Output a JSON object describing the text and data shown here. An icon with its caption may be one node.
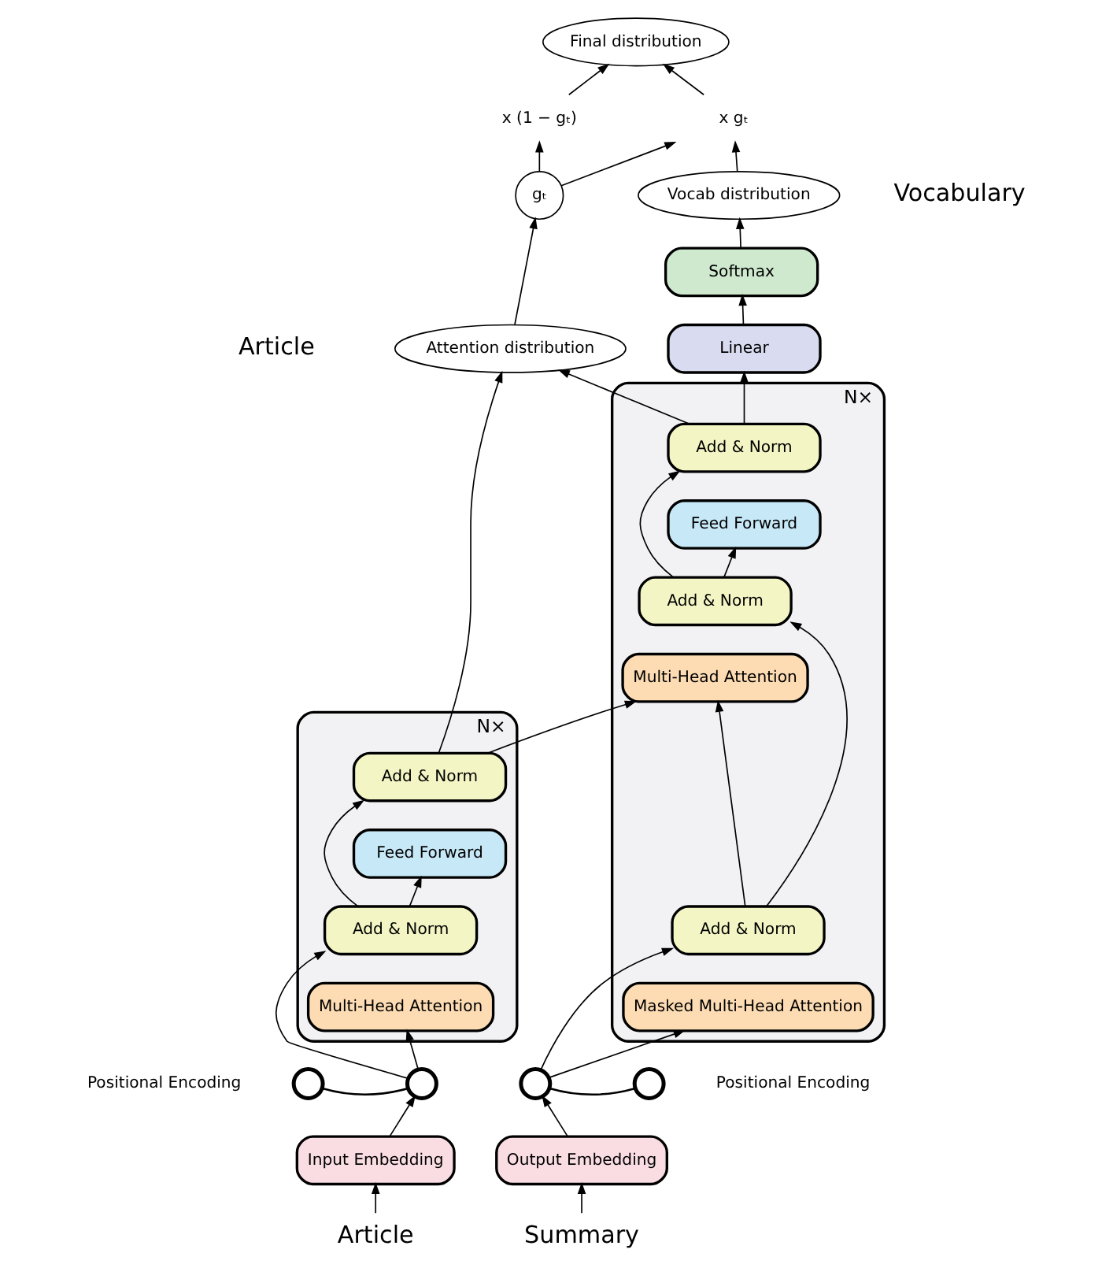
{
  "diagram": {
    "nodes": [
      {
        "text": [
          "Final distribution"
        ]
      },
      {
        "text": [
          "x (1 − gₜ)"
        ]
      },
      {
        "text": [
          "x gₜ"
        ]
      },
      {
        "text": [
          "Vocab distribution"
        ]
      },
      {
        "text": [
          "gₜ"
        ]
      },
      {
        "text": [
          "Softmax"
        ]
      },
      {
        "text": [
          "Linear"
        ]
      },
      {
        "text": [
          "Attention distribution"
        ]
      },
      {
        "text": [
          "N×"
        ]
      },
      {
        "text": [
          "Add & Norm"
        ],
        "in": 8
      },
      {
        "text": [
          "Feed Forward"
        ],
        "in": 8
      },
      {
        "text": [
          "Add & Norm"
        ],
        "in": 8
      },
      {
        "text": [
          "Multi-Head Attention"
        ],
        "in": 8
      },
      {
        "text": [
          "N×"
        ]
      },
      {
        "text": [
          "Add & Norm"
        ],
        "in": 13
      },
      {
        "text": [
          "Feed Forward"
        ],
        "in": 13
      },
      {
        "text": [
          "Add & Norm"
        ],
        "in": 8
      },
      {
        "text": [
          "Masked Multi-Head Attention"
        ],
        "in": 8
      },
      {
        "text": [
          "Add & Norm"
        ],
        "in": 13
      },
      {
        "text": [
          "Multi-Head Attention"
        ],
        "in": 13
      },
      {
        "text": [],
        "shape": "circle",
        "beside": [
          "Positional Encoding"
        ]
      },
      {
        "text": [],
        "shape": "circle"
      },
      {
        "text": [],
        "shape": "circle"
      },
      {
        "text": [],
        "shape": "circle",
        "beside": [
          "Positional Encoding"
        ]
      },
      {
        "text": [
          "Input Embedding"
        ]
      },
      {
        "text": [
          "Output Embedding"
        ]
      },
      {
        "text": [
          "Article"
        ]
      },
      {
        "text": [
          "Summary"
        ]
      }
    ],
    "edges": [
      {
        "from": 26,
        "to": 24,
        "arrow": "to"
      },
      {
        "from": 27,
        "to": 25,
        "arrow": "to"
      },
      {
        "from": 24,
        "to": 21,
        "arrow": "to"
      },
      {
        "from": 25,
        "to": 22,
        "arrow": "to"
      },
      {
        "from": 20,
        "to": 21,
        "arrow": "none"
      },
      {
        "from": 23,
        "to": 22,
        "arrow": "none"
      },
      {
        "from": 21,
        "to": 19,
        "arrow": "to"
      },
      {
        "from": 21,
        "to": 18,
        "arrow": "to"
      },
      {
        "from": 18,
        "to": 15,
        "arrow": "to"
      },
      {
        "from": 18,
        "to": 14,
        "arrow": "to"
      },
      {
        "from": 14,
        "to": 12,
        "arrow": "to"
      },
      {
        "from": 14,
        "to": 7,
        "arrow": "to"
      },
      {
        "from": 22,
        "to": 17,
        "arrow": "to"
      },
      {
        "from": 22,
        "to": 16,
        "arrow": "to"
      },
      {
        "from": 16,
        "to": 12,
        "arrow": "to"
      },
      {
        "from": 16,
        "to": 11,
        "arrow": "to"
      },
      {
        "from": 11,
        "to": 10,
        "arrow": "to"
      },
      {
        "from": 11,
        "to": 9,
        "arrow": "to"
      },
      {
        "from": 9,
        "to": 6,
        "arrow": "to"
      },
      {
        "from": 9,
        "to": 7,
        "arrow": "to"
      },
      {
        "from": 6,
        "to": 5,
        "arrow": "to"
      },
      {
        "from": 5,
        "to": 3,
        "arrow": "to"
      },
      {
        "from": 7,
        "to": 4,
        "arrow": "to"
      },
      {
        "from": 4,
        "to": 1,
        "arrow": "to"
      },
      {
        "from": 4,
        "to": 2,
        "arrow": "to"
      },
      {
        "from": 3,
        "to": 2,
        "arrow": "to"
      },
      {
        "from": 1,
        "to": 0,
        "arrow": "to"
      },
      {
        "from": 2,
        "to": 0,
        "arrow": "to"
      }
    ],
    "labels": [
      "Article",
      "Vocabulary"
    ]
  }
}
